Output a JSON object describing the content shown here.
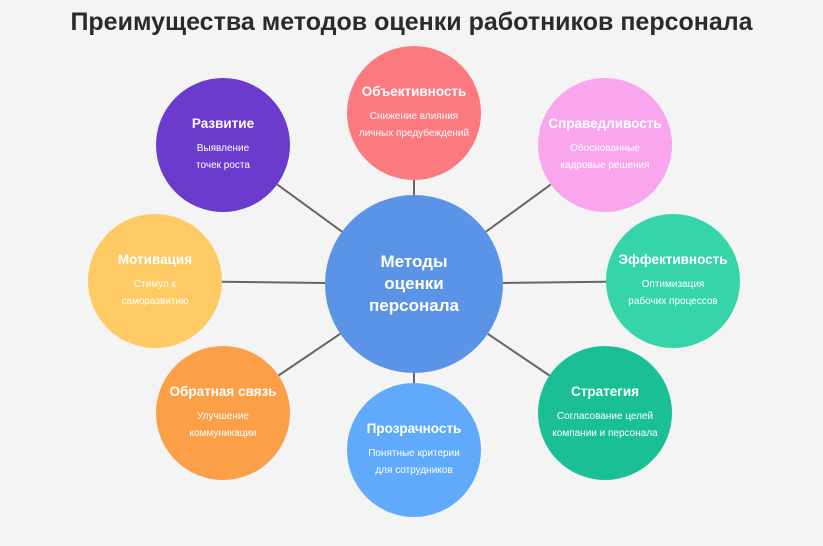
{
  "title": "Преимущества методов оценки работников персонала",
  "hub": {
    "lines": [
      "Методы",
      "оценки",
      "персонала"
    ],
    "color": "#5b93e6"
  },
  "nodes": [
    {
      "id": "objectivity",
      "title": "Объективность",
      "lines": [
        "Снижение влияния",
        "личных предубеждений"
      ],
      "color": "#fa7a80"
    },
    {
      "id": "fairness",
      "title": "Справедливость",
      "lines": [
        "Обоснованные",
        "кадровые решения"
      ],
      "color": "#f9a6ee"
    },
    {
      "id": "efficiency",
      "title": "Эффективность",
      "lines": [
        "Оптимизация",
        "рабочих процессов"
      ],
      "color": "#36d4a9"
    },
    {
      "id": "strategy",
      "title": "Стратегия",
      "lines": [
        "Согласование целей",
        "компании и персонала"
      ],
      "color": "#1bbf95"
    },
    {
      "id": "transparency",
      "title": "Прозрачность",
      "lines": [
        "Понятные критерии",
        "для сотрудников"
      ],
      "color": "#60a9fb"
    },
    {
      "id": "feedback",
      "title": "Обратная связь",
      "lines": [
        "Улучшение",
        "коммуникации"
      ],
      "color": "#fb9f48"
    },
    {
      "id": "motivation",
      "title": "Мотивация",
      "lines": [
        "Стимул к",
        "саморазвитию"
      ],
      "color": "#fdca63"
    },
    {
      "id": "development",
      "title": "Развитие",
      "lines": [
        "Выявление",
        "точек роста"
      ],
      "color": "#6b3bce"
    }
  ],
  "connector_color": "#666666"
}
